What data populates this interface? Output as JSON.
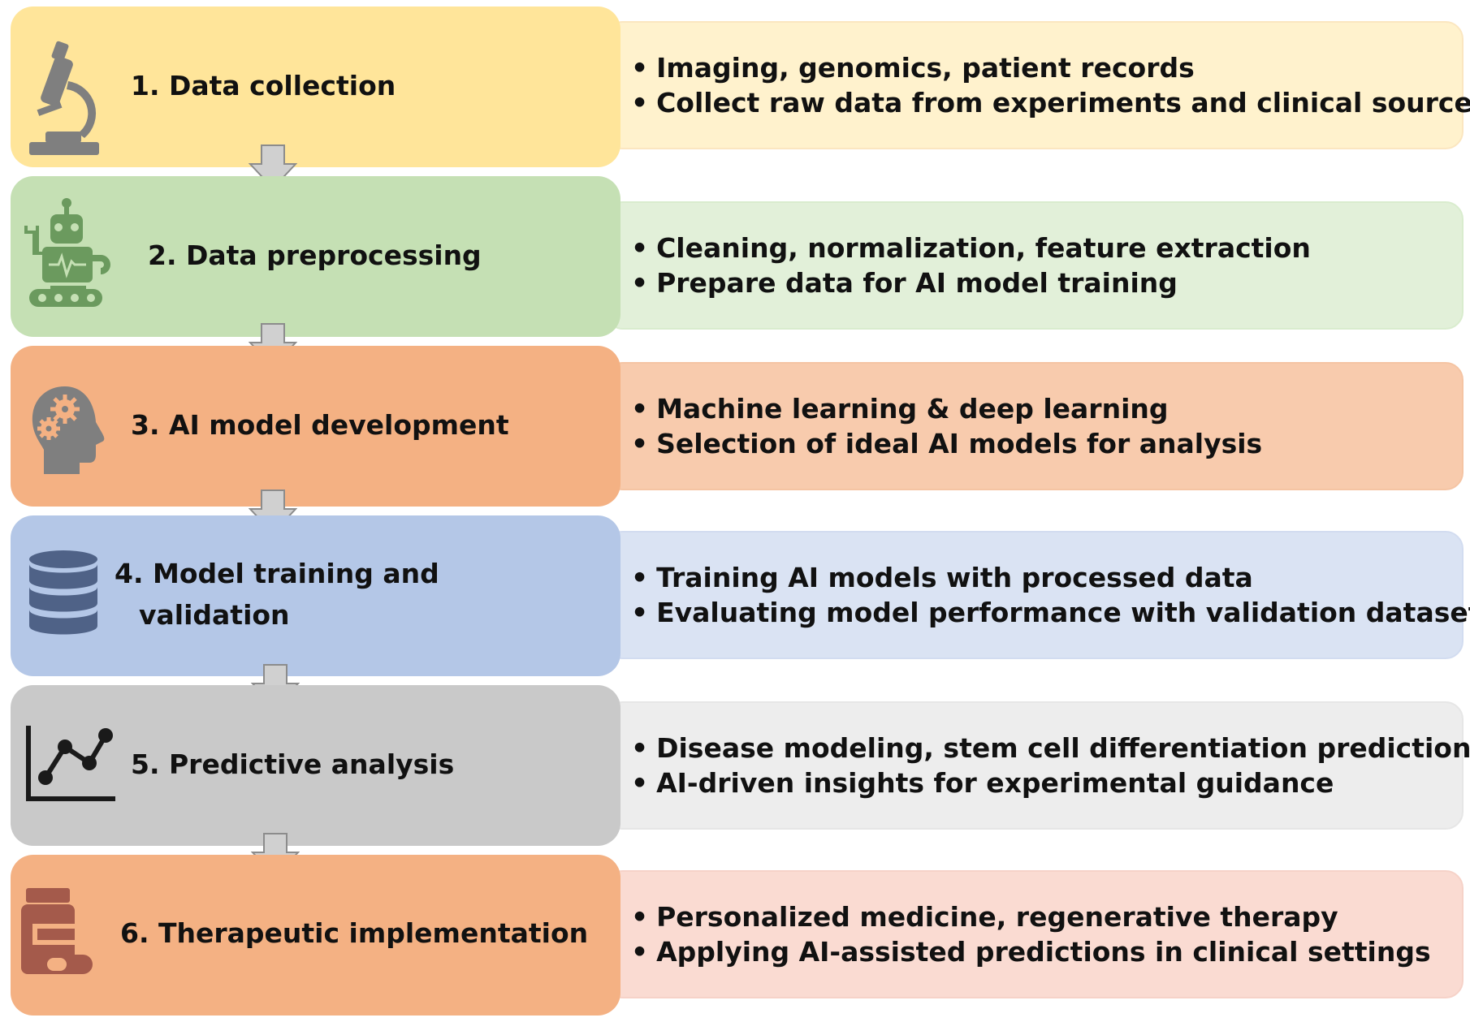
{
  "steps": [
    {
      "title": "1. Data collection",
      "bullets": [
        "Imaging, genomics, patient records",
        "Collect raw data from experiments and clinical sources"
      ]
    },
    {
      "title": "2. Data preprocessing",
      "bullets": [
        "Cleaning, normalization, feature extraction",
        "Prepare data for AI model training"
      ]
    },
    {
      "title": "3. AI model development",
      "bullets": [
        "Machine learning & deep learning",
        "Selection of ideal AI models for analysis"
      ]
    },
    {
      "title_line1": "4. Model training and",
      "title_line2": "validation",
      "bullets": [
        "Training AI models with processed data",
        "Evaluating model performance with validation datasets"
      ]
    },
    {
      "title": "5. Predictive analysis",
      "bullets": [
        "Disease modeling, stem cell differentiation prediction",
        "AI-driven insights for experimental guidance"
      ]
    },
    {
      "title": "6. Therapeutic implementation",
      "bullets": [
        "Personalized medicine, regenerative therapy",
        "Applying AI-assisted predictions in clinical settings"
      ]
    }
  ],
  "colors": {
    "step1": "#ffe59a",
    "step1_light": "#fff2cd",
    "step2": "#c5e0b4",
    "step2_light": "#e2f0d9",
    "step3": "#f4b183",
    "step3_light": "#f8cbad",
    "step4": "#b4c7e7",
    "step4_light": "#dae3f3",
    "step5": "#c9c9c9",
    "step5_light": "#ededed",
    "step6": "#f4b183",
    "step6_light": "#fadbd2",
    "arrow": "#d0d0d0"
  },
  "icons": [
    "microscope-icon",
    "robot-icon",
    "head-gears-icon",
    "database-icon",
    "line-chart-icon",
    "medicine-bottle-icon"
  ]
}
